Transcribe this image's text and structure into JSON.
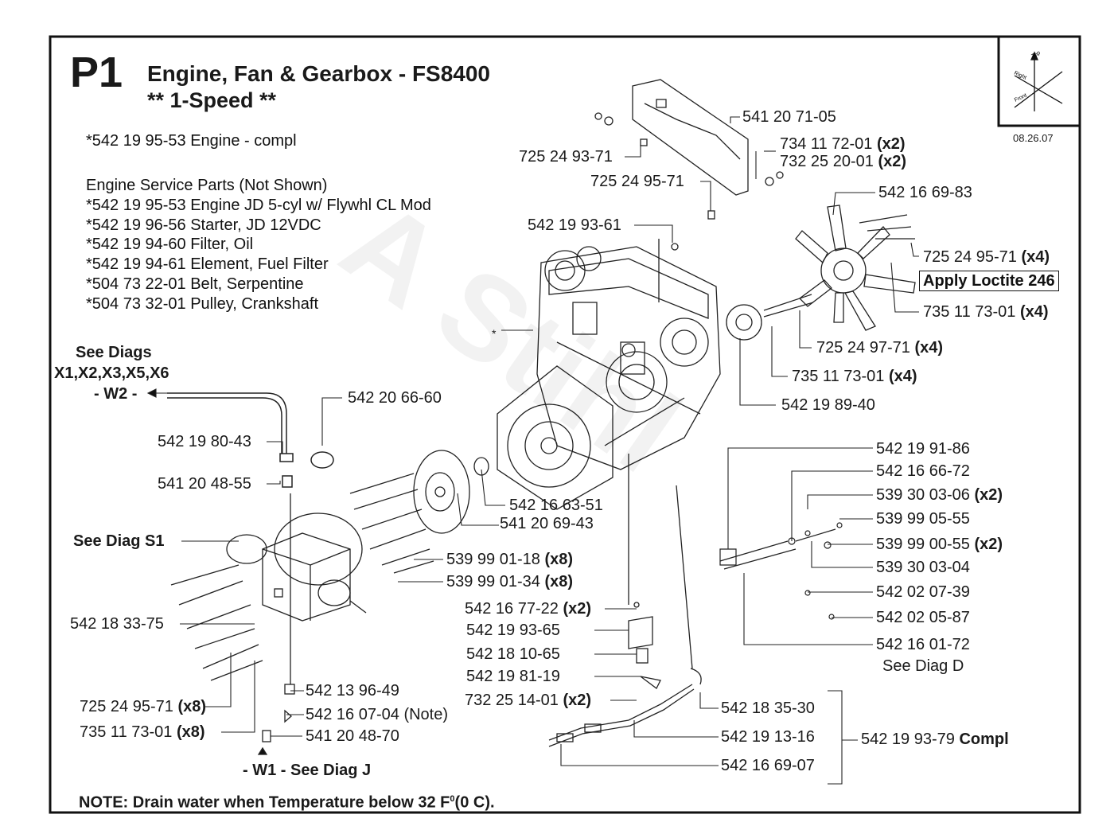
{
  "header": {
    "code": "P1",
    "title": "Engine, Fan & Gearbox - FS8400",
    "subtitle": "** 1-Speed **",
    "date": "08.26.07",
    "orientation_icon": "orientation-axes-icon",
    "orientation_labels": [
      "Top",
      "Right",
      "Front"
    ]
  },
  "engine_compl": "*542 19 95-53 Engine - compl",
  "service_parts": {
    "heading": "Engine Service Parts (Not Shown)",
    "items": [
      "*542 19 95-53 Engine JD 5-cyl w/ Flywhl CL Mod",
      "*542 19 96-56 Starter, JD 12VDC",
      "*542 19 94-60 Filter, Oil",
      "*542 19 94-61 Element, Fuel Filter",
      "*504 73 22-01 Belt, Serpentine",
      "*504 73 32-01 Pulley, Crankshaft"
    ]
  },
  "refs": {
    "see_diags": "See Diags",
    "see_diags_list": "X1,X2,X3,X5,X6",
    "w2": "- W2 -",
    "see_diag_s1": "See Diag S1",
    "w1": "- W1 - See Diag J",
    "see_diag_d": "See Diag D",
    "asterisk": "*"
  },
  "note": "NOTE: Drain water when Temperature below 32 F",
  "note_sup": "0",
  "note_end": "(0 C).",
  "loctite": "Apply Loctite 246",
  "parts": {
    "p5412071": "541 20 71-05",
    "p7252493": "725 24 93-71",
    "p7341172": "734 11 72-01",
    "p7322520": "732 25 20-01",
    "p7252495a": "725 24 95-71",
    "p5421669": "542 16 69-83",
    "p5421993": "542 19 93-61",
    "p7252495b": "725 24 95-71",
    "p7351173a": "735 11 73-01",
    "p7252497": "725 24 97-71",
    "p7351173b": "735 11 73-01",
    "p5421989": "542 19 89-40",
    "p5422066": "542 20 66-60",
    "p5421980": "542 19 80-43",
    "p5412048a": "541 20 48-55",
    "p5421663": "542 16 63-51",
    "p5412069": "541 20 69-43",
    "p5399901a": "539 99 01-18",
    "p5399901b": "539 99 01-34",
    "p5421833": "542 18 33-75",
    "p5421991": "542 19 91-86",
    "p5421666": "542 16 66-72",
    "p5393003a": "539 30 03-06",
    "p5399905": "539 99 05-55",
    "p5399900": "539 99 00-55",
    "p5393003b": "539 30 03-04",
    "p5420207": "542 02 07-39",
    "p5420205": "542 02 05-87",
    "p5421601": "542 16 01-72",
    "p5421677": "542 16 77-22",
    "p5421993b": "542 19 93-65",
    "p5421810": "542 18 10-65",
    "p5421981": "542 19 81-19",
    "p7322514": "732 25 14-01",
    "p5421835": "542 18 35-30",
    "p5421913": "542 19 13-16",
    "p5421993c": "542 19 93-79",
    "compl": "Compl",
    "p5421669b": "542 16 69-07",
    "p5421396": "542 13 96-49",
    "p5421607": "542 16 07-04 (Note)",
    "p5412048b": "541 20 48-70",
    "p7252495c": "725 24 95-71",
    "p7351173c": "735 11 73-01"
  },
  "qty": {
    "x2": "(x2)",
    "x4": "(x4)",
    "x8": "(x8)"
  }
}
